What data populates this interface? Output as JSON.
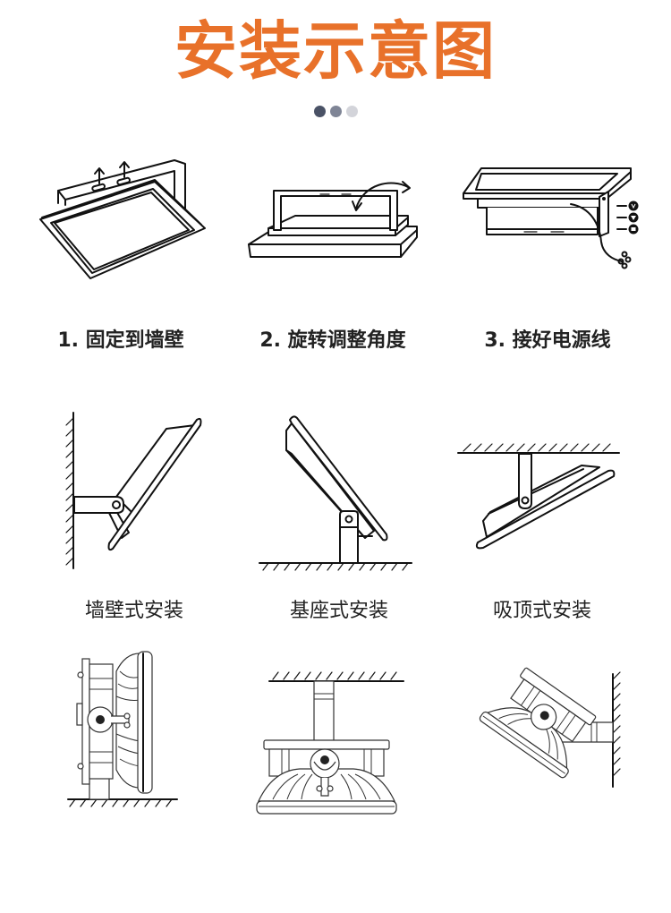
{
  "header": {
    "title": "安装示意图",
    "title_color": "#e8712a",
    "pager_dots": [
      {
        "color": "#4a5266",
        "state": "active"
      },
      {
        "color": "#7f8596",
        "state": "inactive"
      },
      {
        "color": "#d3d4da",
        "state": "inactive"
      }
    ]
  },
  "steps": [
    {
      "label": "1. 固定到墙壁",
      "icon": "floodlight-bracket-up-arrows"
    },
    {
      "label": "2. 旋转调整角度",
      "icon": "floodlight-rotate-arrow"
    },
    {
      "label": "3. 接好电源线",
      "icon": "floodlight-wiring",
      "wire_terminals": [
        "live-terminal",
        "ground-terminal",
        "neutral-terminal"
      ]
    }
  ],
  "mount_types": [
    {
      "label": "墙壁式安装",
      "icon": "wall-mount-floodlight"
    },
    {
      "label": "基座式安装",
      "icon": "base-mount-floodlight"
    },
    {
      "label": "吸顶式安装",
      "icon": "ceiling-mount-floodlight"
    }
  ],
  "high_bay_variants": [
    {
      "icon": "floor-mount-highbay"
    },
    {
      "icon": "ceiling-pendant-highbay"
    },
    {
      "icon": "wall-arm-highbay"
    }
  ]
}
